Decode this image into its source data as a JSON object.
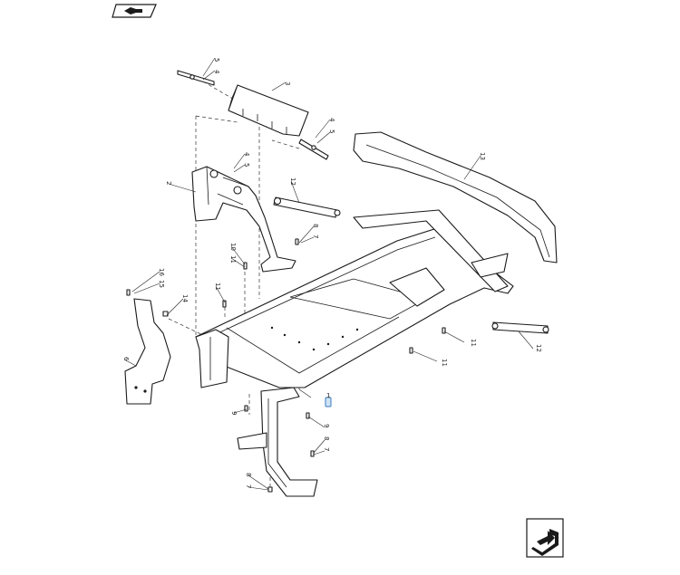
{
  "callouts": [
    {
      "id": "c-5a",
      "text": "5"
    },
    {
      "id": "c-4a",
      "text": "4"
    },
    {
      "id": "c-3",
      "text": "3"
    },
    {
      "id": "c-4b",
      "text": "4"
    },
    {
      "id": "c-5b",
      "text": "5"
    },
    {
      "id": "c-4c",
      "text": "4"
    },
    {
      "id": "c-5c",
      "text": "5"
    },
    {
      "id": "c-2",
      "text": "2"
    },
    {
      "id": "c-12a",
      "text": "12"
    },
    {
      "id": "c-13",
      "text": "13"
    },
    {
      "id": "c-10",
      "text": "10"
    },
    {
      "id": "c-11a",
      "text": "11"
    },
    {
      "id": "c-8a",
      "text": "8"
    },
    {
      "id": "c-7a",
      "text": "7"
    },
    {
      "id": "c-16",
      "text": "16"
    },
    {
      "id": "c-15",
      "text": "15"
    },
    {
      "id": "c-14",
      "text": "14"
    },
    {
      "id": "c-11b",
      "text": "11"
    },
    {
      "id": "c-6",
      "text": "6"
    },
    {
      "id": "c-11c",
      "text": "11"
    },
    {
      "id": "c-11d",
      "text": "11"
    },
    {
      "id": "c-12b",
      "text": "12"
    },
    {
      "id": "c-9a",
      "text": "9"
    },
    {
      "id": "c-1",
      "text": "1"
    },
    {
      "id": "c-9b",
      "text": "9"
    },
    {
      "id": "c-8b",
      "text": "8"
    },
    {
      "id": "c-7b",
      "text": "7"
    },
    {
      "id": "c-8c",
      "text": "8"
    },
    {
      "id": "c-7c",
      "text": "7"
    }
  ],
  "nav": {
    "top_icon": "book-arrow-icon",
    "bottom_icon": "next-page-arrow-icon"
  },
  "colors": {
    "line": "#1a1a1a",
    "highlight_fill": "#cfe3f5",
    "highlight_stroke": "#3a7bbf"
  }
}
